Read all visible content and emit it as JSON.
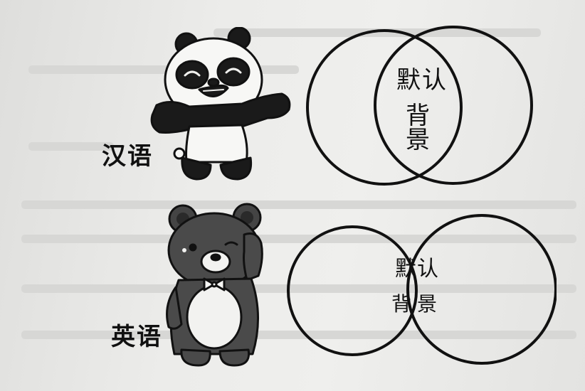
{
  "top_diagram": {
    "language_label": "汉语",
    "overlap_line1": "默认",
    "overlap_line2": "背景",
    "character_icon": "panda-icon"
  },
  "bottom_diagram": {
    "language_label": "英语",
    "overlap_line1": "默认",
    "overlap_line2": "背景",
    "character_icon": "bear-icon"
  }
}
